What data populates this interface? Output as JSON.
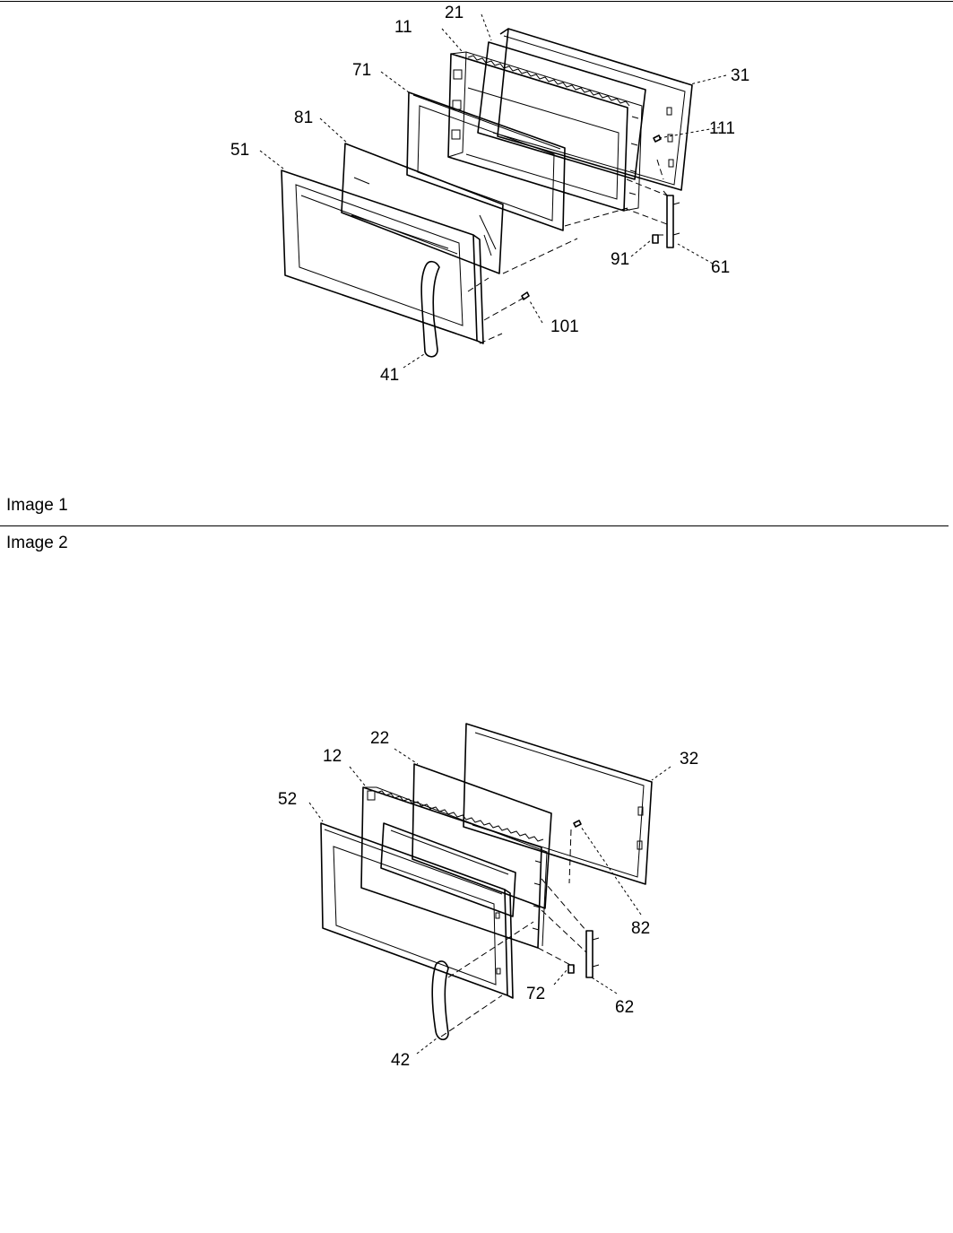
{
  "captions": {
    "image1": "Image 1",
    "image2": "Image 2"
  },
  "image1": {
    "callouts": [
      "11",
      "21",
      "31",
      "71",
      "81",
      "51",
      "111",
      "91",
      "61",
      "101",
      "41"
    ]
  },
  "image2": {
    "callouts": [
      "22",
      "32",
      "12",
      "52",
      "82",
      "72",
      "62",
      "42"
    ]
  }
}
